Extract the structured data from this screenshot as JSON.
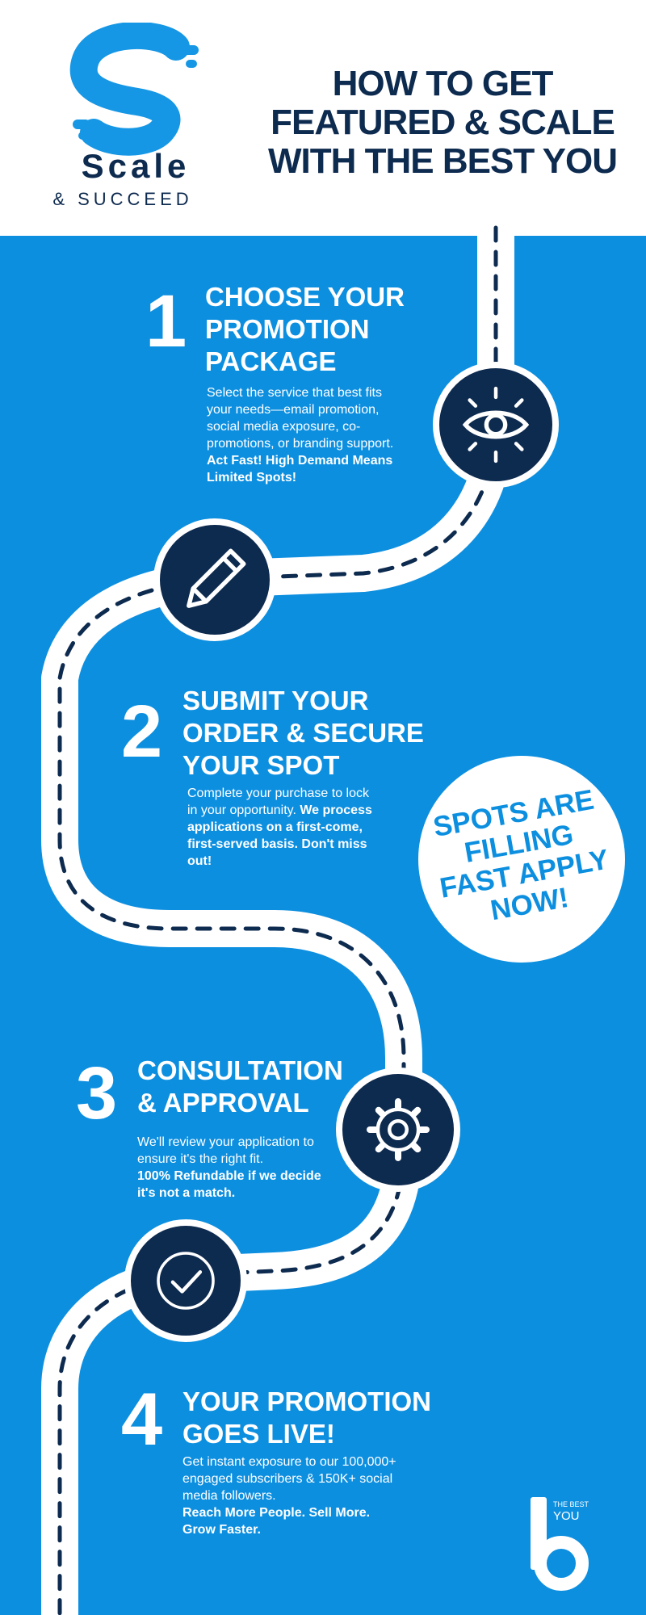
{
  "header": {
    "logo": {
      "word": "Scale",
      "sub": "& SUCCEED",
      "icon": "s-logo-icon",
      "color": "#1597e5"
    },
    "title_lines": [
      "HOW TO GET",
      "FEATURED & SCALE",
      "WITH THE BEST YOU"
    ]
  },
  "colors": {
    "blue": "#0d8fe0",
    "navy": "#0d2a4f",
    "white": "#ffffff"
  },
  "steps": [
    {
      "number": "1",
      "title_lines": [
        "CHOOSE YOUR",
        "PROMOTION",
        "PACKAGE"
      ],
      "text": "Select the service that best fits your needs—email promotion, social media exposure, co-promotions, or branding support.",
      "text_bold": "Act Fast! High Demand Means Limited Spots!",
      "icon": "eye-icon"
    },
    {
      "number": "2",
      "title_lines": [
        "SUBMIT YOUR",
        "ORDER & SECURE",
        "YOUR SPOT"
      ],
      "text": "Complete your purchase to lock in your opportunity.",
      "text_bold": "We process applications on a first-come, first-served basis. Don't miss out!",
      "icon": "pencil-icon"
    },
    {
      "number": "3",
      "title_lines": [
        "CONSULTATION",
        "& APPROVAL"
      ],
      "text": "We'll review your application to ensure it's the right fit.",
      "text_bold": "100% Refundable if we decide it's not a match.",
      "icon": "gear-icon"
    },
    {
      "number": "4",
      "title_lines": [
        "YOUR PROMOTION",
        "GOES LIVE!"
      ],
      "text": "Get instant exposure to our 100,000+ engaged subscribers & 150K+ social media followers.",
      "text_bold": "Reach More People. Sell More. Grow Faster.",
      "icon": "checkmark-icon"
    }
  ],
  "badge": {
    "lines": [
      "SPOTS ARE",
      "FILLING",
      "FAST APPLY",
      "NOW!"
    ]
  },
  "brand": {
    "small_line1": "THE BEST",
    "small_line2": "YOU",
    "icon": "the-best-you-logo-icon"
  }
}
